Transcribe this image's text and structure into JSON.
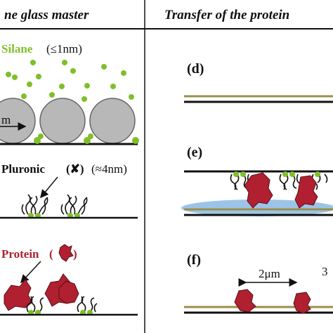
{
  "headers": {
    "left": "ne glass master",
    "right": "Transfer of the protein"
  },
  "left": {
    "silane": {
      "name": "Silane",
      "size": "(≤1nm)"
    },
    "arrow_label": "m",
    "pluronic": {
      "name": "Pluronic",
      "size": "(≈4nm)"
    },
    "protein": {
      "name": "Protein"
    }
  },
  "right": {
    "panel_d": "(d)",
    "panel_e": "(e)",
    "panel_f": "(f)",
    "spacing": "2μm",
    "cut_text": "3"
  },
  "colors": {
    "silane": "#7fbf2a",
    "protein": "#b02030",
    "substrate": "#9a8f4a",
    "bead": "#b8b8b8",
    "drop": "#9cc4e8"
  }
}
